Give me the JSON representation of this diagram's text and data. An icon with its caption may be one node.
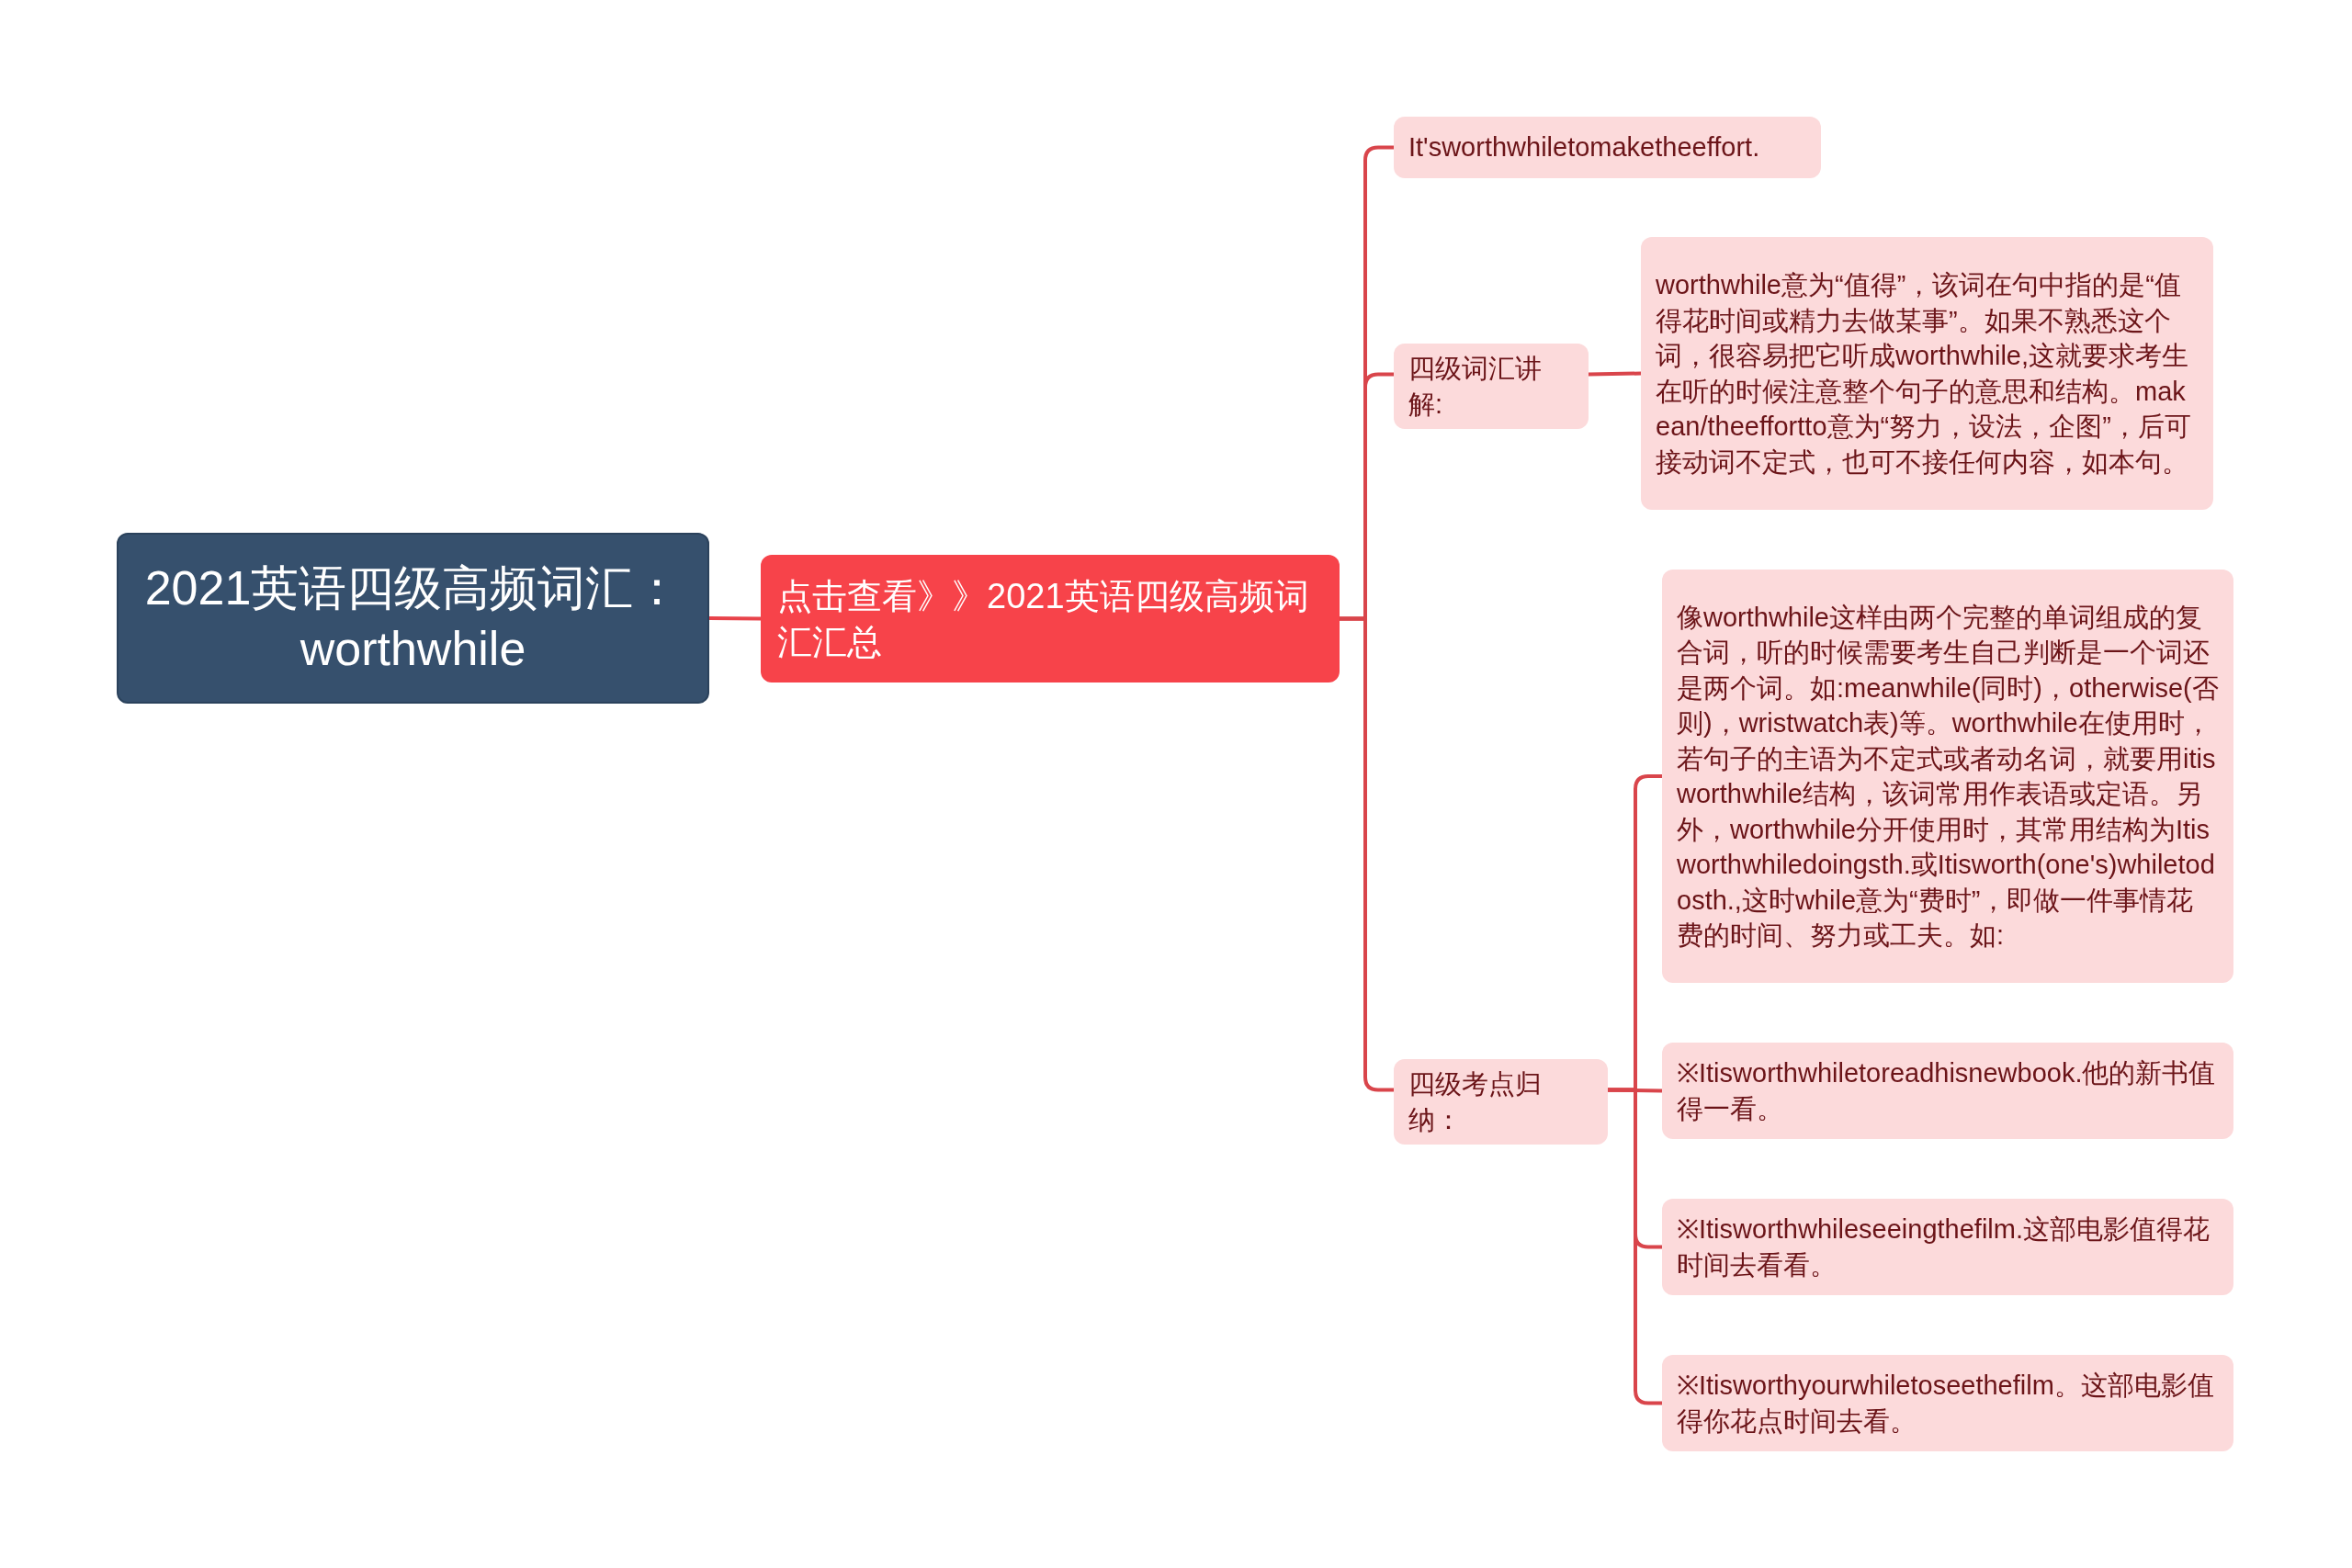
{
  "diagram": {
    "nodes": [
      {
        "text": [
          "2021英语四级高频词汇：worthwhile"
        ]
      },
      {
        "text": [
          "点击查看》》2021英语四级高频词汇汇总"
        ]
      },
      {
        "text": [
          "It'sworthwhiletomaketheeffort."
        ]
      },
      {
        "text": [
          "四级词汇讲解:"
        ]
      },
      {
        "text": [
          "worthwhile意为“值得”，该词在句中指的是“值得花时间或精力去做某事”。如果不熟悉这个词，很容易把它听成worthwhile,这就要求考生在听的时候注意整个句子的意思和结构。makean/theeffortto意为“努力，设法，企图”，后可接动词不定式，也可不接任何内容，如本句。"
        ]
      },
      {
        "text": [
          "四级考点归纳："
        ]
      },
      {
        "text": [
          "像worthwhile这样由两个完整的单词组成的复合词，听的时候需要考生自己判断是一个词还是两个词。如:meanwhile(同时)，otherwise(否则)，wristwatch表)等。worthwhile在使用时，若句子的主语为不定式或者动名词，就要用itisworthwhile结构，该词常用作表语或定语。另外，worthwhile分开使用时，其常用结构为Itisworthwhiledoingsth.或Itisworth(one's)whiletodosth.,这时while意为“费时”，即做一件事情花费的时间、努力或工夫。如:"
        ]
      },
      {
        "text": [
          "※Itisworthwhiletoreadhisnewbook.他的新书值得一看。"
        ]
      },
      {
        "text": [
          "※Itisworthwhileseeingthefilm.这部电影值得花时间去看看。"
        ]
      },
      {
        "text": [
          "※Itisworthyourwhiletoseethefilm。这部电影值得你花点时间去看。"
        ]
      }
    ],
    "edges": [
      {
        "from": 0,
        "to": 1,
        "arrow": "none"
      },
      {
        "from": 1,
        "to": 2,
        "arrow": "none"
      },
      {
        "from": 1,
        "to": 3,
        "arrow": "none"
      },
      {
        "from": 1,
        "to": 5,
        "arrow": "none"
      },
      {
        "from": 3,
        "to": 4,
        "arrow": "none"
      },
      {
        "from": 5,
        "to": 6,
        "arrow": "none"
      },
      {
        "from": 5,
        "to": 7,
        "arrow": "none"
      },
      {
        "from": 5,
        "to": 8,
        "arrow": "none"
      },
      {
        "from": 5,
        "to": 9,
        "arrow": "none"
      }
    ]
  }
}
